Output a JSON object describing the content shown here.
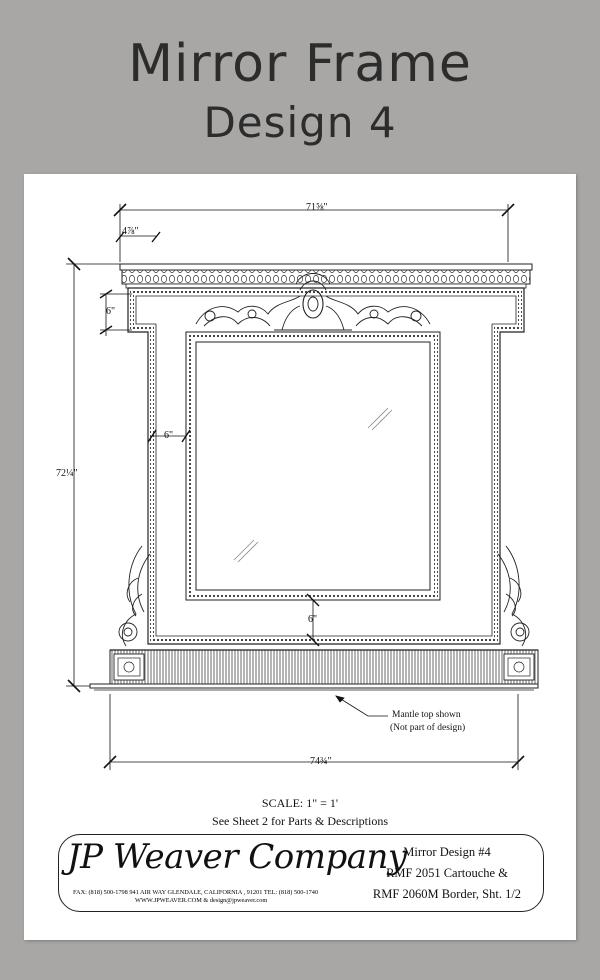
{
  "title_line1": "Mirror Frame",
  "title_line2": "Design 4",
  "dimensions": {
    "top_width": "71⅝\"",
    "crown_depth": "4⅞\"",
    "border_top": "6\"",
    "border_side": "6\"",
    "overall_height": "72¼\"",
    "border_bottom": "6\"",
    "bottom_width": "74¾\""
  },
  "callout": {
    "line1": "Mantle top shown",
    "line2": "(Not part of design)"
  },
  "scale": "SCALE: 1\" = 1'",
  "see_sheet": "See Sheet 2 for Parts & Descriptions",
  "title_block": {
    "company": "JP Weaver Company",
    "contact_line1": "FAX: (818) 500-1798     941 AIR WAY  GLENDALE, CALIFORNIA , 91201   TEL: (818) 500-1740",
    "contact_line2": "WWW.JPWEAVER.COM  & design@jpweaver.com",
    "design": "Mirror Design #4",
    "part1": "RMF 2051 Cartouche &",
    "part2": "RMF 2060M Border, Sht. 1/2"
  }
}
